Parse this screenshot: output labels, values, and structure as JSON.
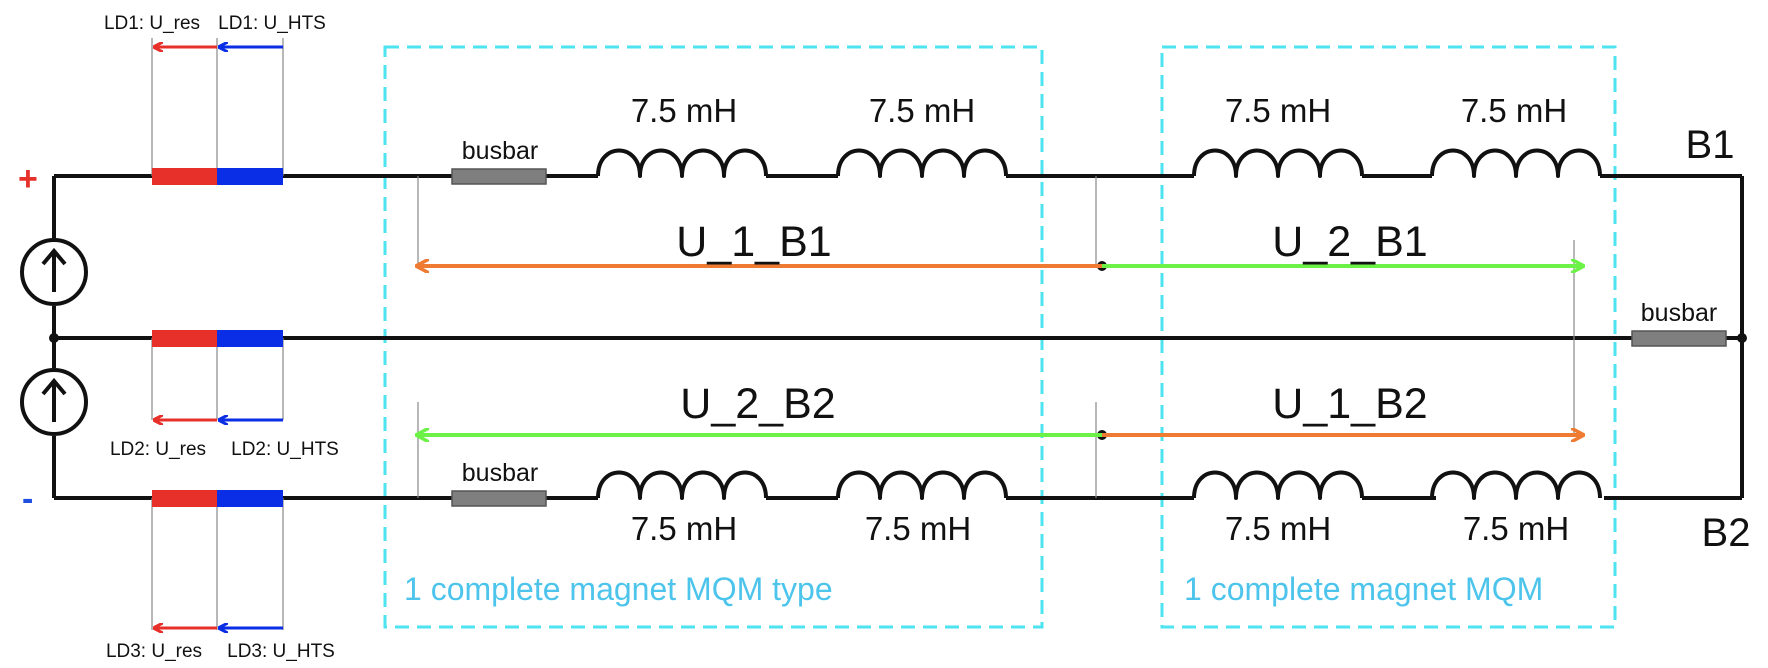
{
  "colors": {
    "wire": "#111111",
    "resistive_section": "#e8302a",
    "hts_section": "#0a2ee6",
    "busbar": "#7f7f7f",
    "magnet_box": "#4ee3f0",
    "magnet_box_text": "#4cc4ec",
    "voltage_orange": "#ef7a31",
    "voltage_green": "#6cf246",
    "sign_plus": "#e8302a",
    "sign_minus": "#1f4fe0"
  },
  "leads": {
    "ld1": {
      "res_label": "LD1: U_res",
      "hts_label": "LD1: U_HTS"
    },
    "ld2": {
      "res_label": "LD2: U_res",
      "hts_label": "LD2: U_HTS"
    },
    "ld3": {
      "res_label": "LD3: U_res",
      "hts_label": "LD3: U_HTS"
    }
  },
  "signs": {
    "plus": "+",
    "minus": "-"
  },
  "sources": [
    "up-arrow-icon",
    "up-arrow-icon"
  ],
  "busbars": {
    "top_left": "busbar",
    "bottom_left": "busbar",
    "middle_right": "busbar"
  },
  "inductors": {
    "top": [
      "7.5 mH",
      "7.5 mH",
      "7.5 mH",
      "7.5 mH"
    ],
    "bottom": [
      "7.5 mH",
      "7.5 mH",
      "7.5 mH",
      "7.5 mH"
    ]
  },
  "voltages": {
    "u1_b1": "U_1_B1",
    "u2_b1": "U_2_B1",
    "u2_b2": "U_2_B2",
    "u1_b2": "U_1_B2"
  },
  "nodes": {
    "b1": "B1",
    "b2": "B2"
  },
  "magnet_boxes": {
    "left": "1 complete magnet MQM type",
    "right": "1 complete magnet MQM"
  }
}
